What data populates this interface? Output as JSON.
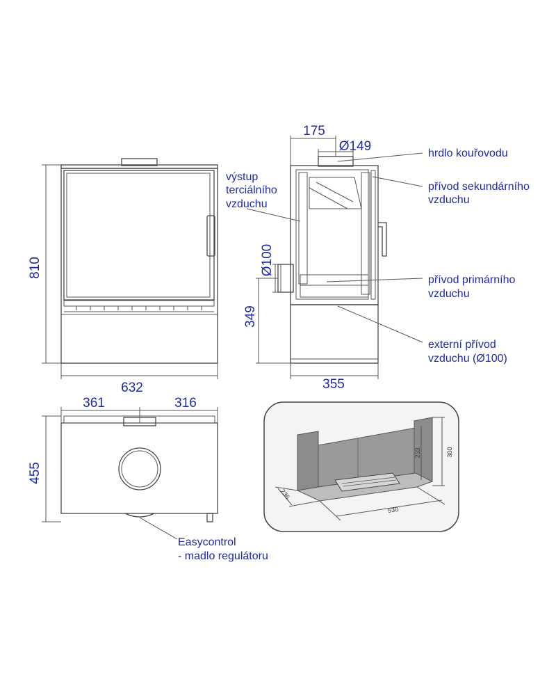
{
  "front_view": {
    "dim_height": "810",
    "dim_width": "632"
  },
  "side_view": {
    "dim_top_offset": "175",
    "dim_flue_diameter": "Ø149",
    "dim_inlet_diameter": "Ø100",
    "dim_inlet_height": "349",
    "dim_depth": "355"
  },
  "top_view": {
    "dim_left": "361",
    "dim_right": "316",
    "dim_depth": "455"
  },
  "labels": {
    "flue": "hrdlo kouřovodu",
    "secondary_air_1": "přívod sekundárního",
    "secondary_air_2": "vzduchu",
    "tertiary_air_1": "výstup",
    "tertiary_air_2": "terciálního",
    "tertiary_air_3": "vzduchu",
    "primary_air_1": "přívod primárního",
    "primary_air_2": "vzduchu",
    "external_air_1": "externí přívod",
    "external_air_2": "vzduchu (Ø100)",
    "easycontrol_1": "Easycontrol",
    "easycontrol_2": "- madlo regulátoru"
  },
  "firebox_detail": {
    "dim_width": "530",
    "dim_depth": "236",
    "dim_height_inner": "233",
    "dim_height_outer": "300"
  }
}
